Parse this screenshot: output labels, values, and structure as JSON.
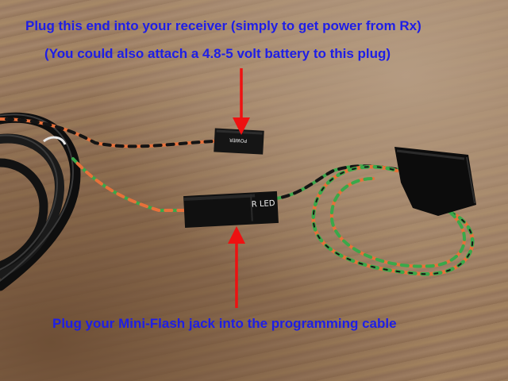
{
  "captions": {
    "receiver_line1": "Plug this end into your receiver (simply to get power from Rx)",
    "receiver_line2": "(You could also attach a 4.8-5 volt battery to this plug)",
    "miniflash": "Plug your Mini-Flash jack into the programming cable"
  },
  "connectors": {
    "power_label": "POWER",
    "rled_label": "R LED"
  },
  "colors": {
    "caption_text": "#1e1ee6",
    "arrow": "#ee1111",
    "wire_orange": "#e8703a",
    "wire_green": "#3aa84a",
    "wire_black": "#141414"
  }
}
